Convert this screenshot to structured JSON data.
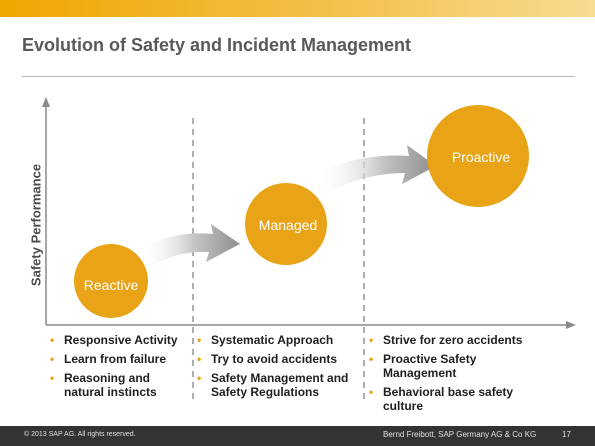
{
  "slide": {
    "title": "Evolution of Safety and Incident Management",
    "y_axis_label": "Safety Performance"
  },
  "stages": [
    {
      "label": "Reactive",
      "color": "#e8a317"
    },
    {
      "label": "Managed",
      "color": "#e8a317"
    },
    {
      "label": "Proactive",
      "color": "#e8a317"
    }
  ],
  "columns": [
    {
      "items": [
        "Responsive Activity",
        "Learn from failure",
        "Reasoning and natural instincts"
      ]
    },
    {
      "items": [
        "Systematic Approach",
        "Try to avoid accidents",
        "Safety Management and Safety Regulations"
      ]
    },
    {
      "items": [
        "Strive for zero accidents",
        "Proactive Safety Management",
        "Behavioral base safety culture"
      ]
    }
  ],
  "bullet_symbol": "•",
  "footer": {
    "copyright": "© 2013 SAP AG. All rights reserved.",
    "author": "Bernd Freibott, SAP Germany AG & Co KG",
    "page_number": "17"
  },
  "colors": {
    "accent": "#e8a317",
    "title": "#58595b",
    "footer_bg": "#333333"
  }
}
